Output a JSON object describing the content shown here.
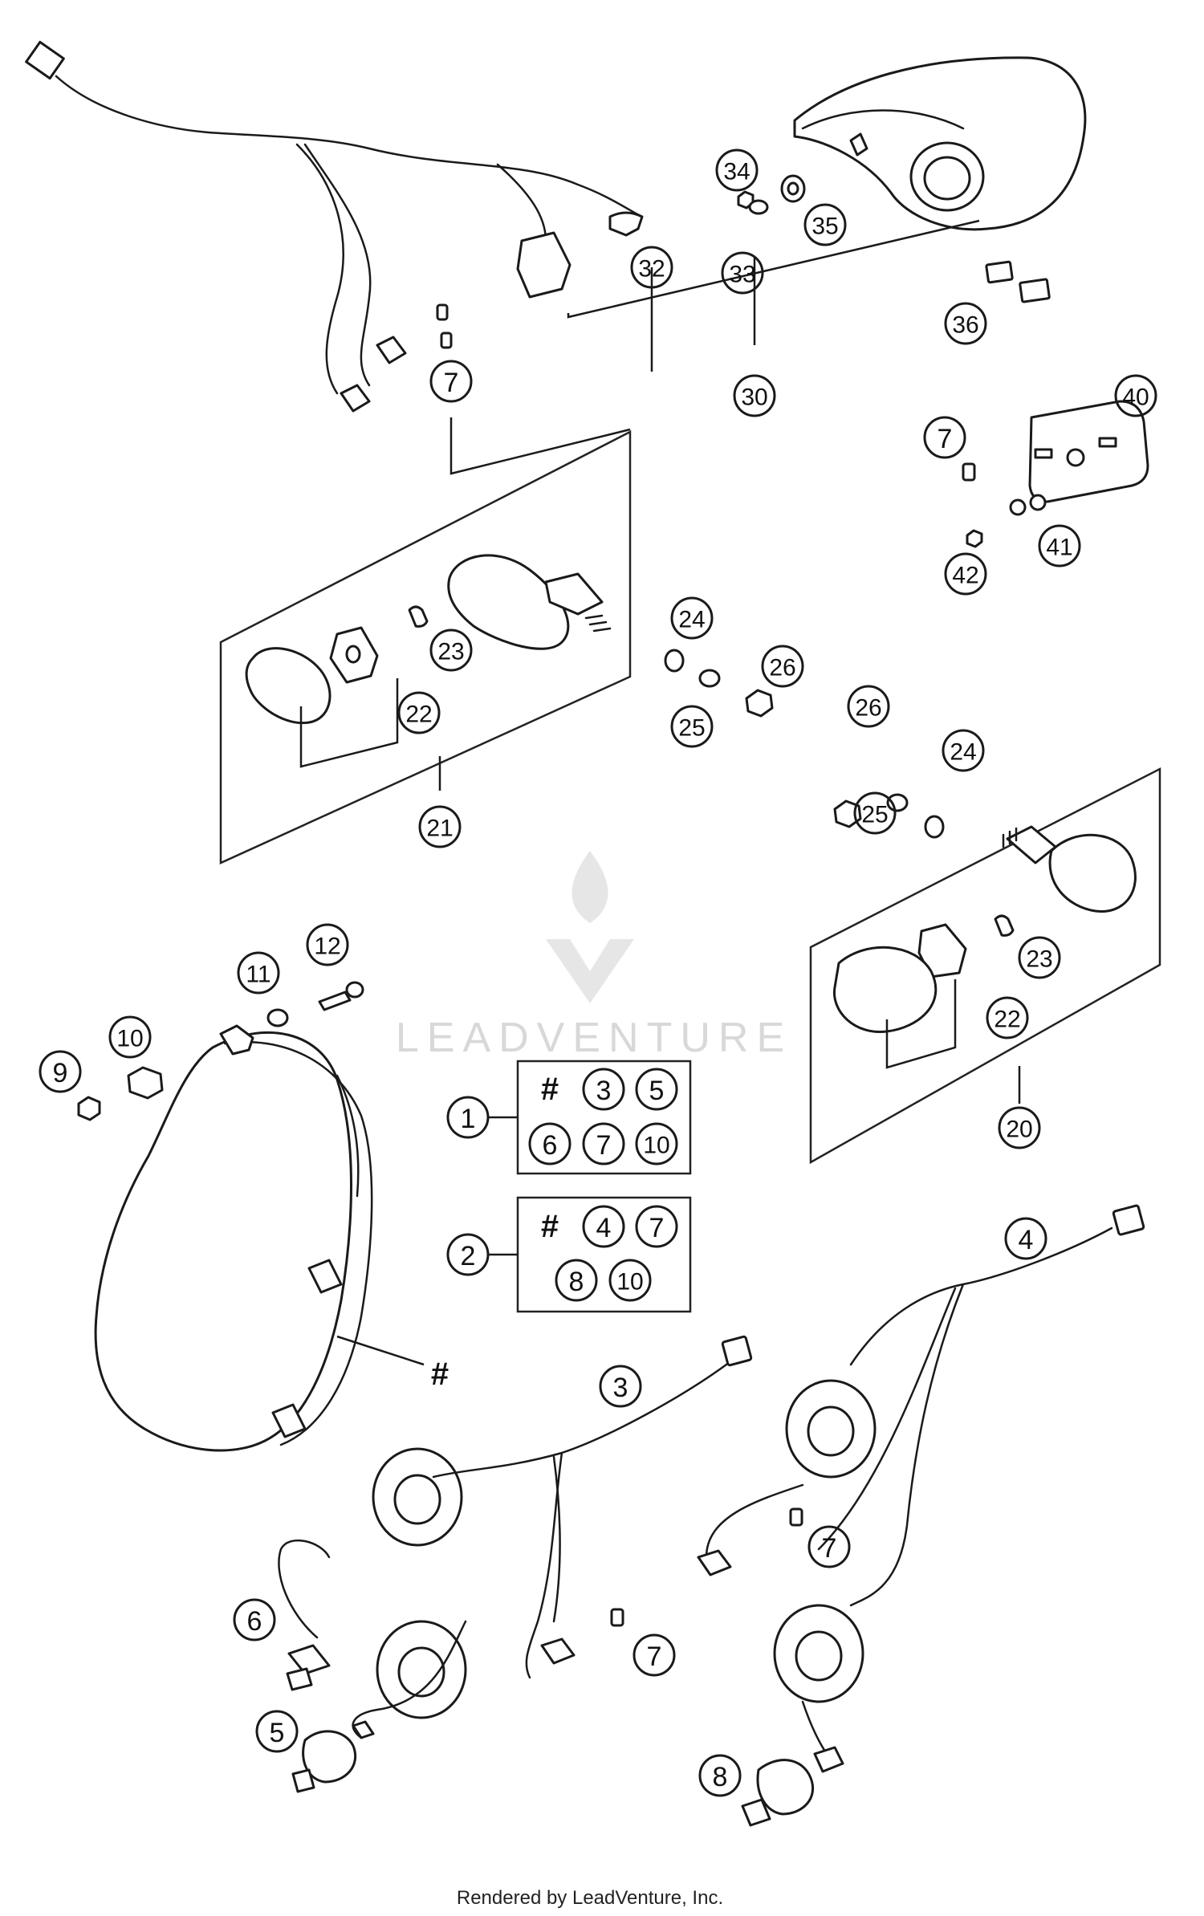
{
  "callouts": [
    "1",
    "2",
    "3",
    "4",
    "5",
    "6",
    "7",
    "8",
    "9",
    "10",
    "11",
    "12",
    "20",
    "21",
    "22",
    "23",
    "24",
    "25",
    "26",
    "30",
    "32",
    "33",
    "34",
    "35",
    "36",
    "40",
    "41",
    "42"
  ],
  "hash_symbol": "#",
  "kits": {
    "kit1": {
      "label": "1",
      "items": [
        "#",
        "3",
        "5",
        "6",
        "7",
        "10"
      ]
    },
    "kit2": {
      "label": "2",
      "items": [
        "#",
        "4",
        "7",
        "8",
        "10"
      ]
    }
  },
  "watermark": "LEADVENTURE",
  "credit": "Rendered by LeadVenture, Inc."
}
